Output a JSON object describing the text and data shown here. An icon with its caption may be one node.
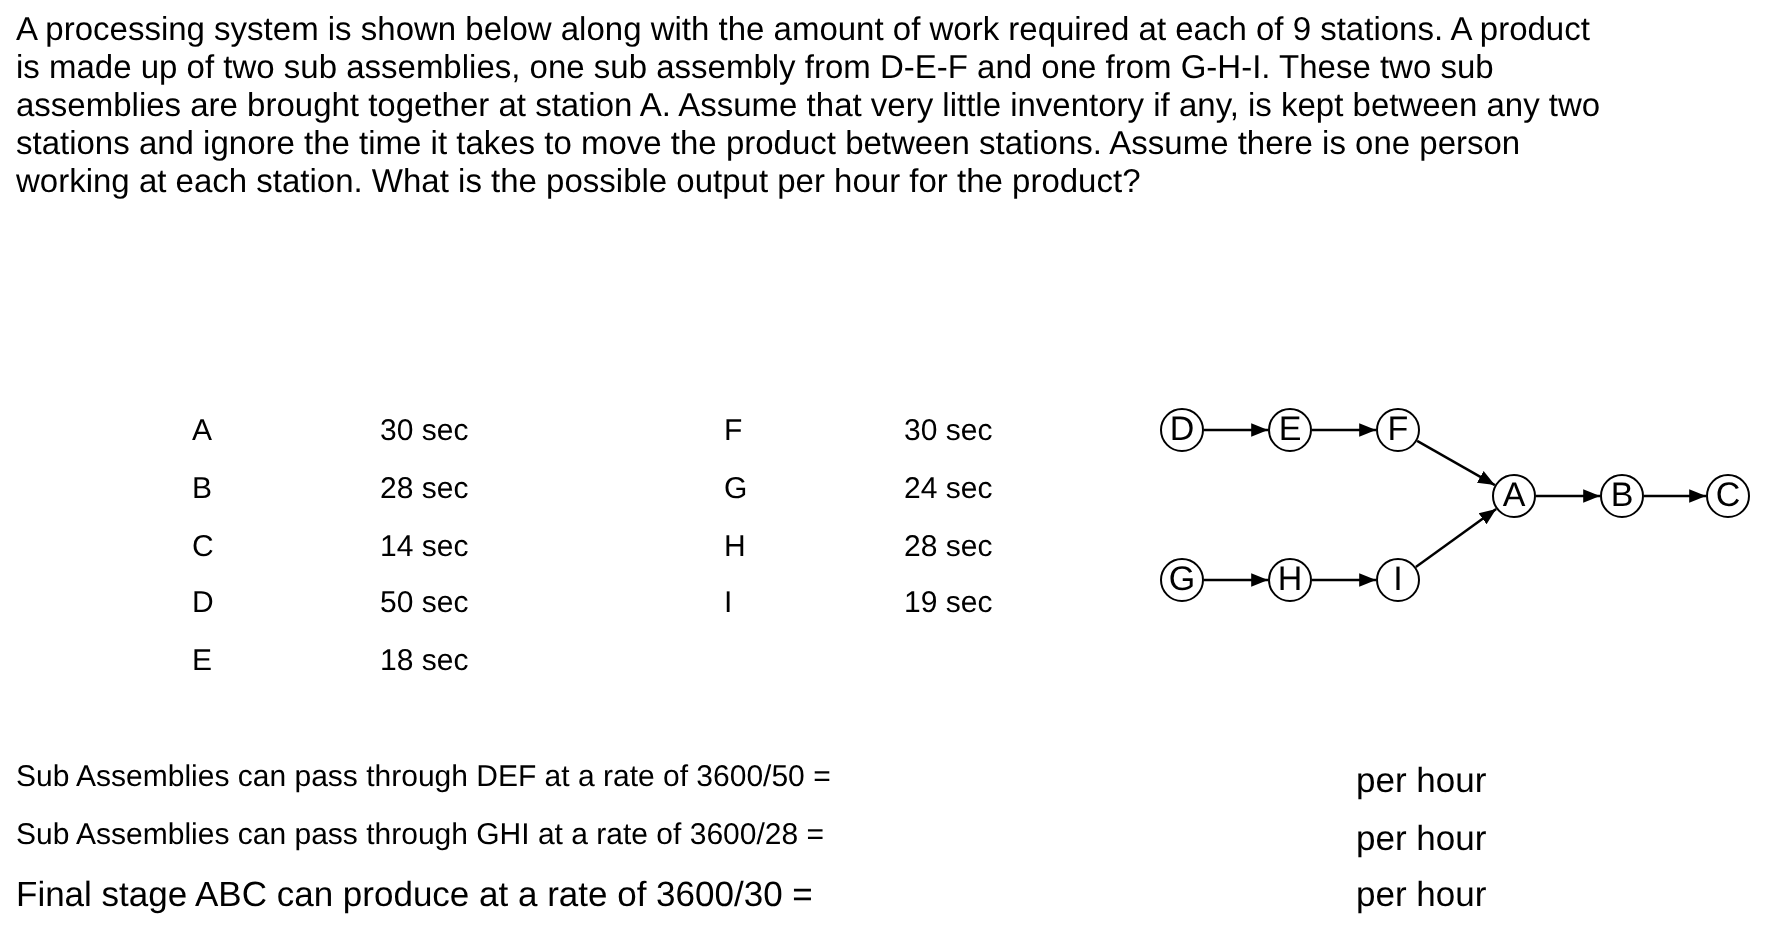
{
  "diagram": {
    "nodes": [
      {
        "text": [
          "D"
        ]
      },
      {
        "text": [
          "E"
        ]
      },
      {
        "text": [
          "F"
        ]
      },
      {
        "text": [
          "A"
        ]
      },
      {
        "text": [
          "B"
        ]
      },
      {
        "text": [
          "C"
        ]
      },
      {
        "text": [
          "G"
        ]
      },
      {
        "text": [
          "H"
        ]
      },
      {
        "text": [
          "I"
        ]
      }
    ],
    "edges": [
      {
        "from": 0,
        "to": 1,
        "arrow": "to"
      },
      {
        "from": 1,
        "to": 2,
        "arrow": "to"
      },
      {
        "from": 2,
        "to": 3,
        "arrow": "to"
      },
      {
        "from": 6,
        "to": 7,
        "arrow": "to"
      },
      {
        "from": 7,
        "to": 8,
        "arrow": "to"
      },
      {
        "from": 8,
        "to": 3,
        "arrow": "to"
      },
      {
        "from": 3,
        "to": 4,
        "arrow": "to"
      },
      {
        "from": 4,
        "to": 5,
        "arrow": "to"
      }
    ],
    "labels": [
      "A processing system is shown below along with the amount of work required at each of 9 stations. A product is made up of two sub assemblies, one sub assembly from D-E-F and one from G-H-I. These two sub assemblies are brought together at station A.  Assume that very little inventory if any, is kept between any two stations and ignore the time it takes to move the product between stations. Assume there is one person working at each station. What is the possible output per hour for the product?",
      "A",
      "30 sec",
      "F",
      "30 sec",
      "B",
      "28 sec",
      "G",
      "24 sec",
      "C",
      "14 sec",
      "H",
      "28 sec",
      "D",
      "50 sec",
      "I",
      "19 sec",
      "E",
      "18 sec",
      "Sub Assemblies can pass through DEF at a rate of 3600/50 =",
      "per hour",
      "Sub Assemblies can pass through GHI at a rate of 3600/28 =",
      "per hour",
      "Final stage ABC can produce at a rate of 3600/30 =",
      "per hour"
    ]
  }
}
